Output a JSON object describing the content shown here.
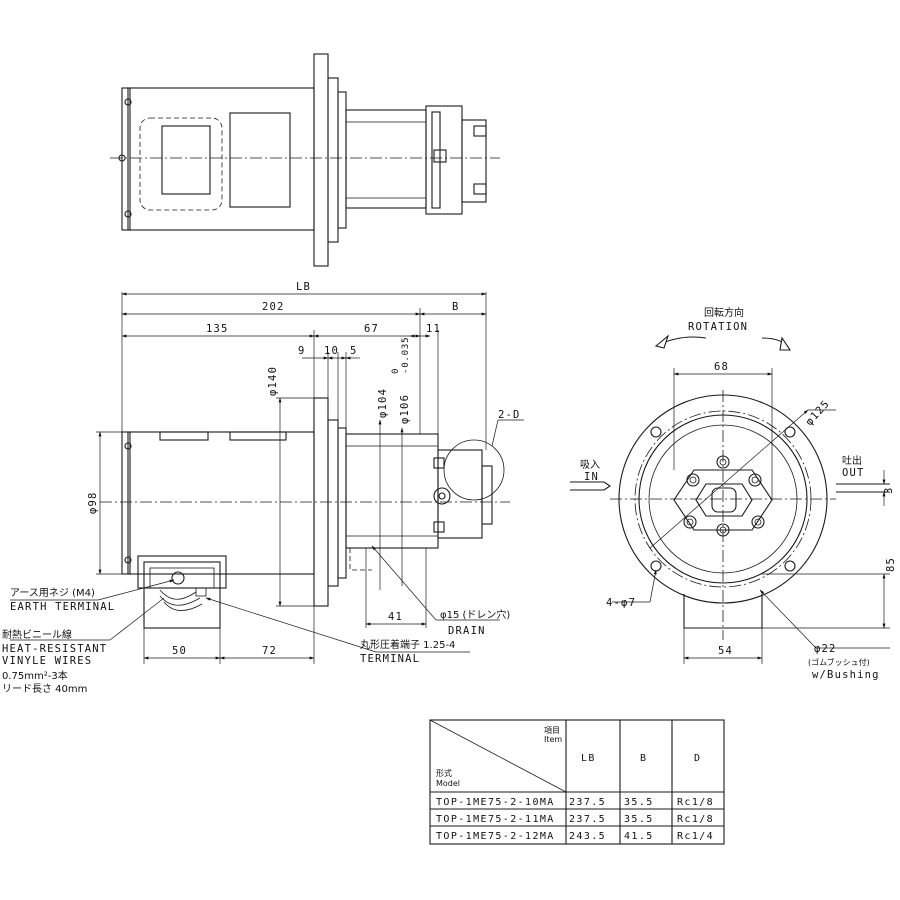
{
  "dimensions": {
    "lb": "LB",
    "d202": "202",
    "b": "B",
    "d135": "135",
    "d67": "67",
    "d11": "11",
    "d9": "9",
    "d10": "10",
    "d5": "5",
    "phi140": "φ140",
    "phi104": "φ104",
    "phi106": "φ106",
    "phi106_tol_upper": "0",
    "phi106_tol_lower": "-0.035",
    "two_d": "2-D",
    "phi98": "φ98",
    "d41": "41",
    "d50": "50",
    "d72": "72",
    "d68": "68",
    "phi125": "φ125",
    "d3": "3",
    "d85": "85",
    "d54": "54",
    "four_phi7": "4-φ7"
  },
  "labels": {
    "rotation_jp": "回転方向",
    "rotation_en": "ROTATION",
    "in_jp": "吸入",
    "in_en": "IN",
    "out_jp": "吐出",
    "out_en": "OUT",
    "earth_jp": "アース用ネジ (M4)",
    "earth_en": "EARTH TERMINAL",
    "wires_jp": "耐熱ビニール線",
    "wires_en1": "HEAT-RESISTANT",
    "wires_en2": "VINYLE WIRES",
    "wires_spec": "0.75mm²-3本",
    "wires_len": "リード長さ 40mm",
    "terminal_jp": "丸形圧着端子 1.25-4",
    "terminal_en": "TERMINAL",
    "drain_jp": "φ15 (ドレン穴)",
    "drain_en": "DRAIN",
    "bushing_dim": "φ22",
    "bushing_jp": "(ゴムブッシュ付)",
    "bushing_en": "w/Bushing"
  },
  "table": {
    "item_jp": "項目",
    "item_en": "Item",
    "model_jp": "形式",
    "model_en": "Model",
    "headers": [
      "LB",
      "B",
      "D"
    ],
    "rows": [
      {
        "model": "TOP-1ME75-2-10MA",
        "lb": "237.5",
        "b": "35.5",
        "d": "Rc1/8"
      },
      {
        "model": "TOP-1ME75-2-11MA",
        "lb": "237.5",
        "b": "35.5",
        "d": "Rc1/8"
      },
      {
        "model": "TOP-1ME75-2-12MA",
        "lb": "243.5",
        "b": "41.5",
        "d": "Rc1/4"
      }
    ]
  }
}
